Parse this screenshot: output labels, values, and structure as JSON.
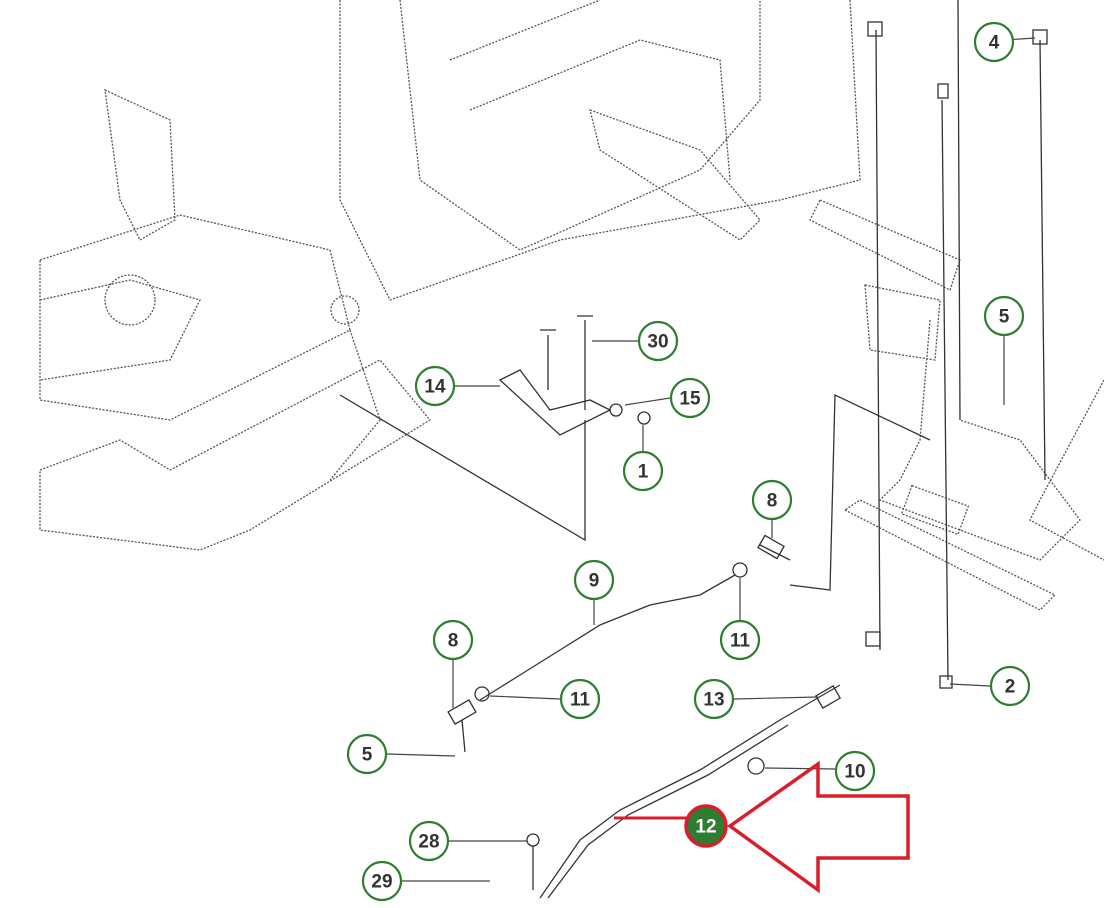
{
  "diagram": {
    "highlighted_part": "12",
    "accent_color": "#2e7d32",
    "highlight_color": "#d81e2a",
    "callouts": [
      {
        "label": "4"
      },
      {
        "label": "5"
      },
      {
        "label": "30"
      },
      {
        "label": "14"
      },
      {
        "label": "15"
      },
      {
        "label": "1"
      },
      {
        "label": "8"
      },
      {
        "label": "9"
      },
      {
        "label": "11"
      },
      {
        "label": "8"
      },
      {
        "label": "11"
      },
      {
        "label": "13"
      },
      {
        "label": "2"
      },
      {
        "label": "5"
      },
      {
        "label": "10"
      },
      {
        "label": "12"
      },
      {
        "label": "28"
      },
      {
        "label": "29"
      }
    ]
  }
}
